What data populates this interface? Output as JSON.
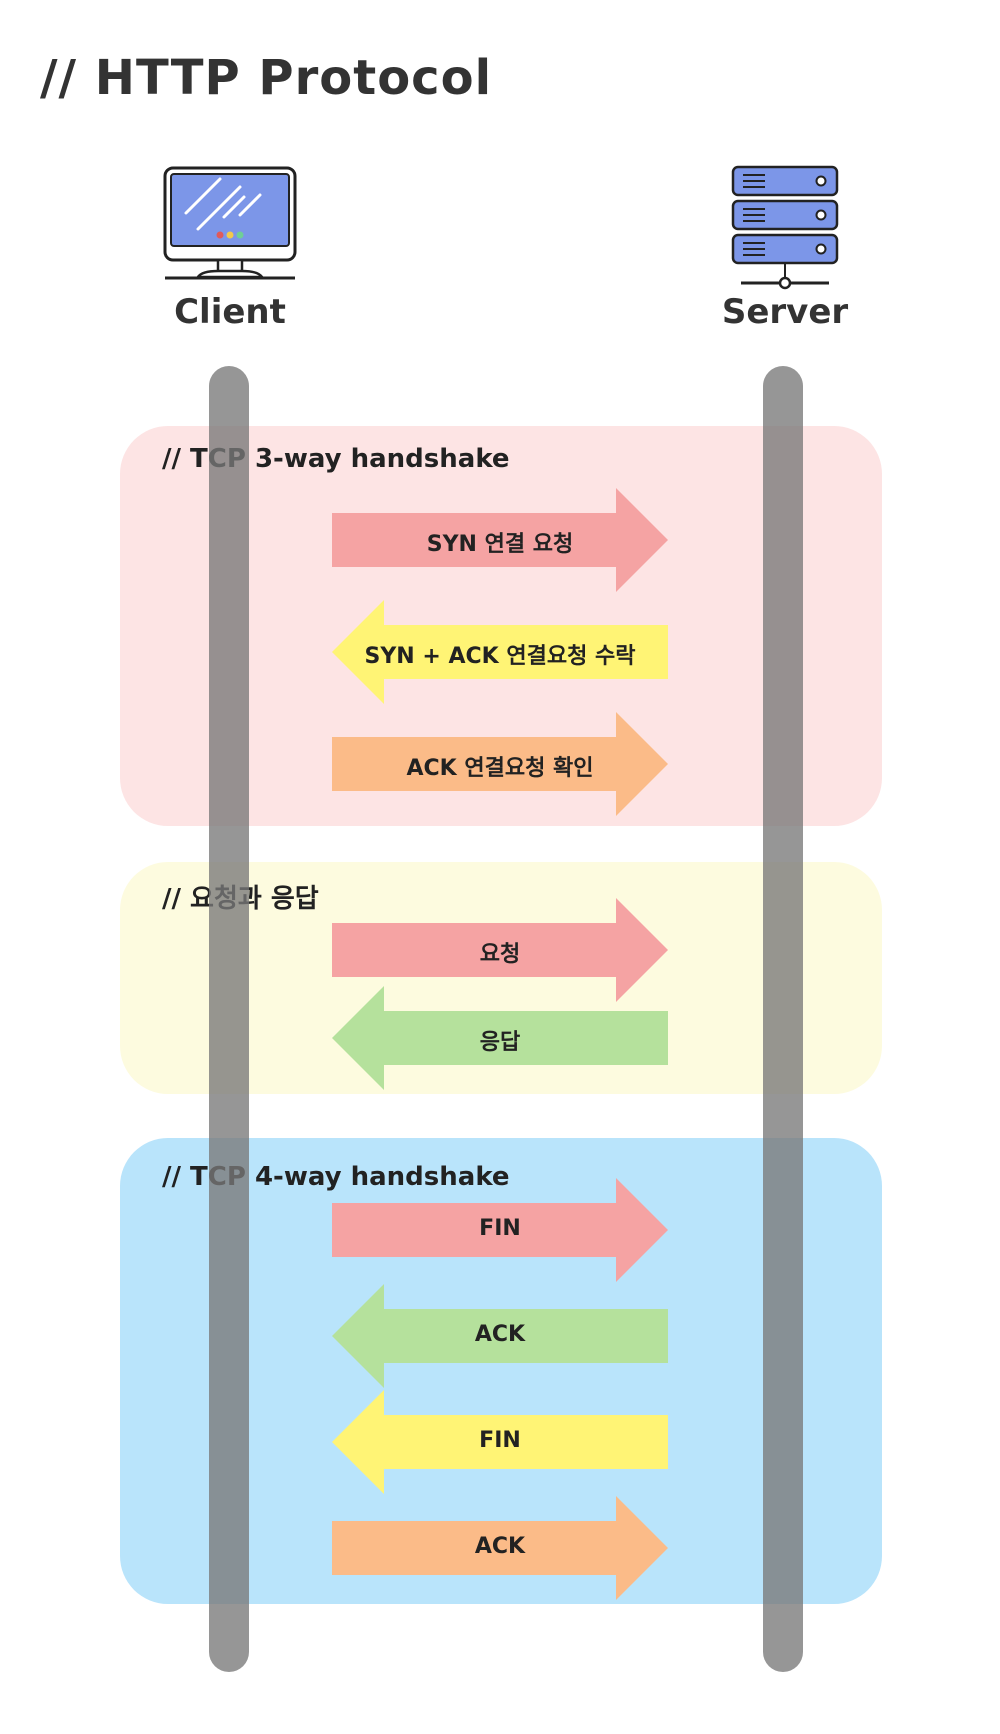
{
  "title": "// HTTP Protocol",
  "nodes": {
    "client_label": "Client",
    "server_label": "Server"
  },
  "colors": {
    "lifeline": "#7a7a7a",
    "red": "#f5a3a3",
    "yellow": "#fff475",
    "orange": "#fbbb88",
    "green": "#b5e19c",
    "section_handshake": "#fde4e4",
    "section_request": "#fdfbdf",
    "section_close": "#b9e4fb"
  },
  "sections": [
    {
      "title": "// TCP 3-way handshake",
      "color": "section_handshake",
      "messages": [
        {
          "label": "SYN 연결 요청",
          "direction": "to-server",
          "color": "red"
        },
        {
          "label": "SYN + ACK 연결요청 수락",
          "direction": "to-client",
          "color": "yellow"
        },
        {
          "label": "ACK 연결요청 확인",
          "direction": "to-server",
          "color": "orange"
        }
      ]
    },
    {
      "title": "// 요청과 응답",
      "color": "section_request",
      "messages": [
        {
          "label": "요청",
          "direction": "to-server",
          "color": "red"
        },
        {
          "label": "응답",
          "direction": "to-client",
          "color": "green"
        }
      ]
    },
    {
      "title": "// TCP 4-way handshake",
      "color": "section_close",
      "messages": [
        {
          "label": "FIN",
          "direction": "to-server",
          "color": "red"
        },
        {
          "label": "ACK",
          "direction": "to-client",
          "color": "green"
        },
        {
          "label": "FIN",
          "direction": "to-client",
          "color": "yellow"
        },
        {
          "label": "ACK",
          "direction": "to-server",
          "color": "orange"
        }
      ]
    }
  ]
}
